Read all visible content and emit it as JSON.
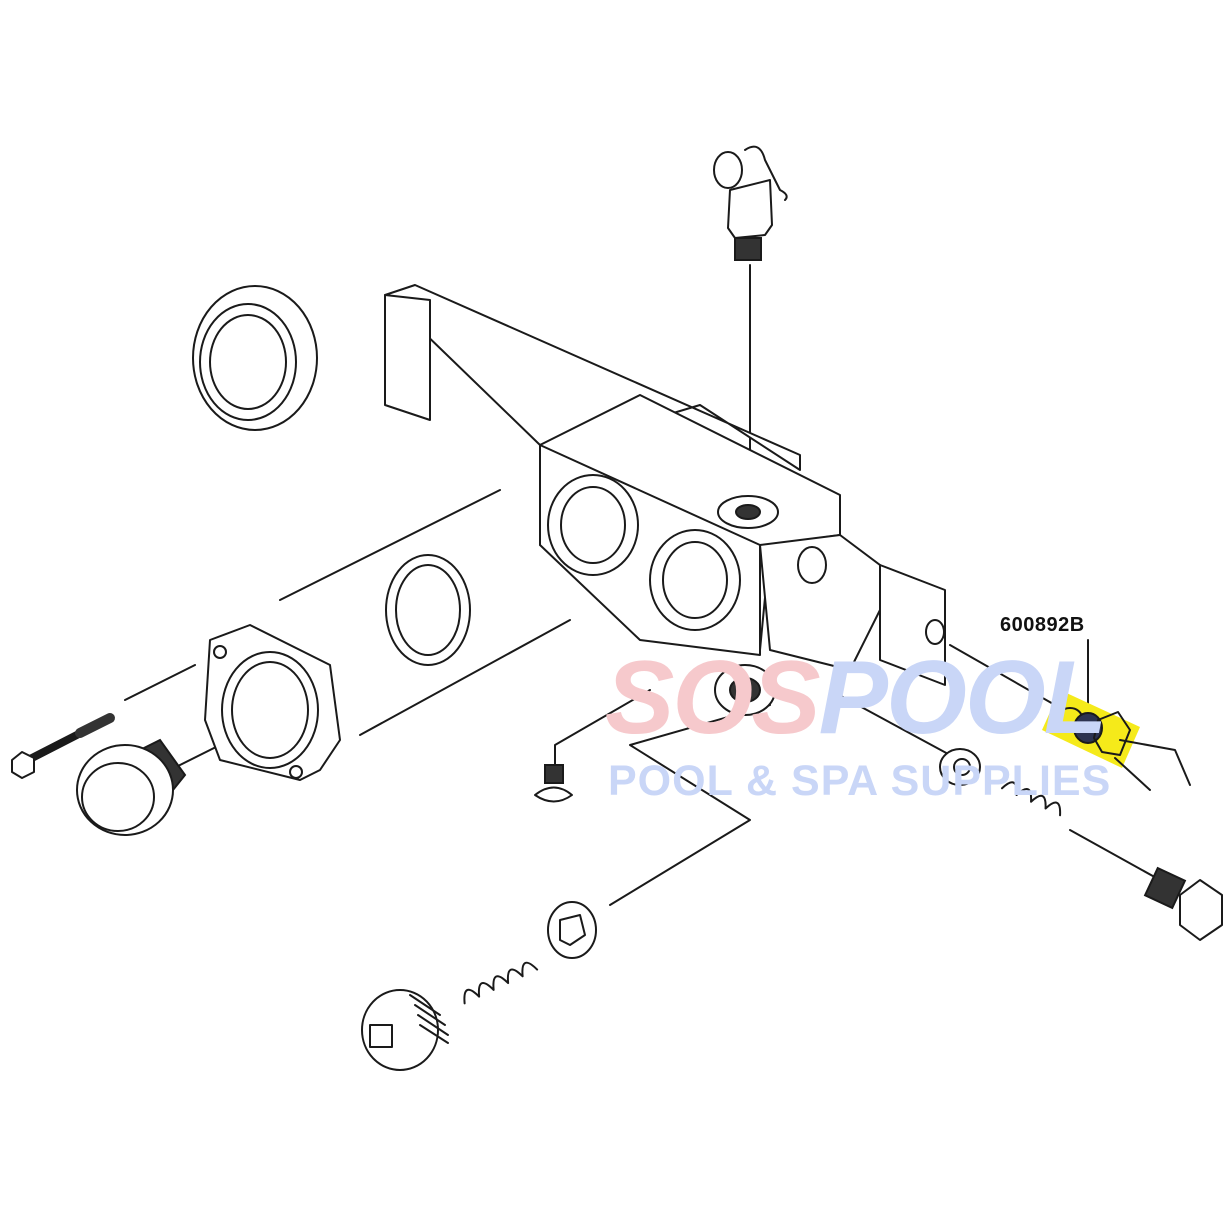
{
  "diagram": {
    "callout_label": "600892B",
    "highlight_color": "#f5ea1a"
  },
  "watermark": {
    "brand_part1": "SOS",
    "brand_part2": "POOL",
    "tagline": "POOL & SPA SUPPLIES",
    "color_red": "#f6c9cc",
    "color_blue": "#c9d6f7"
  }
}
